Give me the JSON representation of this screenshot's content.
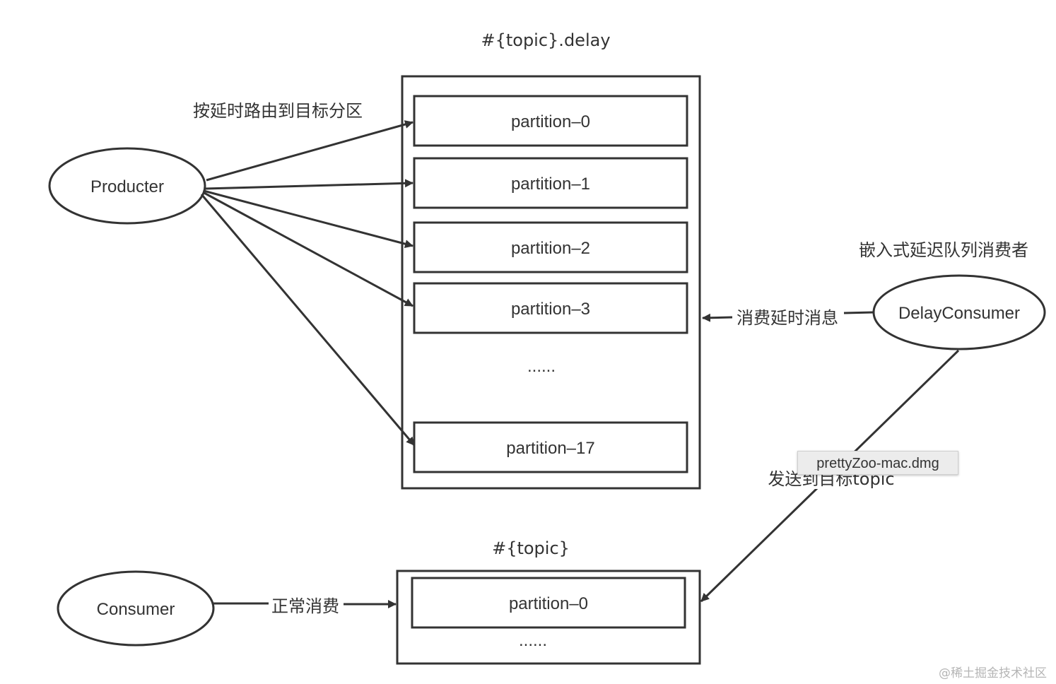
{
  "delay_topic": {
    "title": "#{topic}.delay",
    "partitions": [
      "partition–0",
      "partition–1",
      "partition–2",
      "partition–3",
      "partition–17"
    ],
    "ellipsis": "......"
  },
  "target_topic": {
    "title": "#{topic}",
    "partition": "partition–0",
    "ellipsis": "......"
  },
  "nodes": {
    "producer": "Producter",
    "delay_consumer": "DelayConsumer",
    "consumer": "Consumer"
  },
  "edge_labels": {
    "route": "按延时路由到目标分区",
    "delay_consumer_caption": "嵌入式延迟队列消费者",
    "consume_delay": "消费延时消息",
    "send_to_target": "发送到目标topic",
    "normal_consume": "正常消费"
  },
  "tooltip": "prettyZoo-mac.dmg",
  "watermark": "@稀土掘金技术社区",
  "colors": {
    "stroke": "#333333",
    "text": "#333333",
    "tooltip_bg": "#ececec",
    "watermark": "#b5b5b5"
  }
}
